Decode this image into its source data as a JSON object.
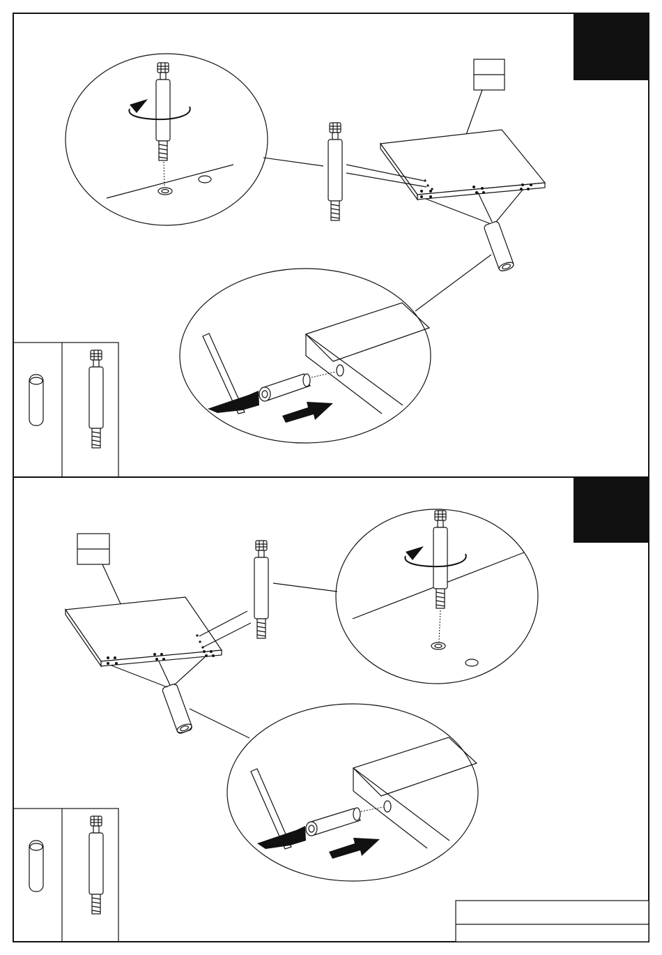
{
  "steps": [
    {
      "name": "step-a",
      "step_number": "",
      "part_label_top": "",
      "part_label_bottom": ""
    },
    {
      "name": "step-b",
      "step_number": "",
      "part_label_top": "",
      "part_label_bottom": ""
    }
  ],
  "hardware_legend": [
    {
      "name": "wooden-dowel",
      "quantity": ""
    },
    {
      "name": "cam-bolt",
      "quantity": ""
    }
  ],
  "title_block": {
    "line1": "",
    "line2": ""
  },
  "icons": [
    "rotate-arrow-icon",
    "push-arrow-icon",
    "hammer-icon"
  ]
}
